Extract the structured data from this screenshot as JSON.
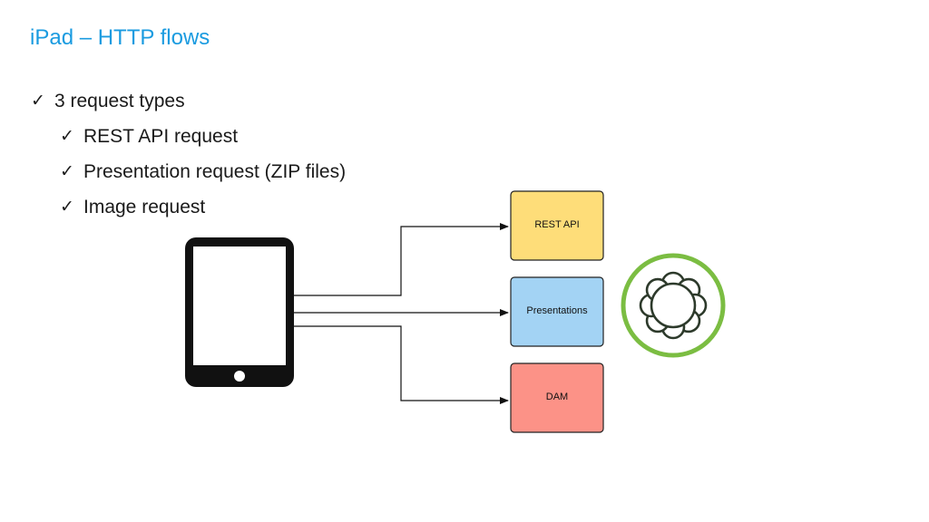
{
  "title": "iPad – HTTP flows",
  "bullets": [
    {
      "text": "3 request types",
      "level": 0
    },
    {
      "text": "REST API request",
      "level": 1
    },
    {
      "text": "Presentation request (ZIP files)",
      "level": 1
    },
    {
      "text": "Image request",
      "level": 1
    }
  ],
  "check_icon": "checkmark-icon",
  "diagram": {
    "nodes": [
      {
        "id": "rest_api",
        "label": "REST API",
        "color": "#fedd79"
      },
      {
        "id": "presentations",
        "label": "Presentations",
        "color": "#a3d3f4"
      },
      {
        "id": "dam",
        "label": "DAM",
        "color": "#fc9287"
      }
    ],
    "source_icon": "ipad-icon",
    "server_icon": "adobe-experience-manager-logo",
    "logo_ring_color": "#7bbd42",
    "edges": [
      {
        "from": "ipad",
        "to": "rest_api"
      },
      {
        "from": "ipad",
        "to": "presentations"
      },
      {
        "from": "ipad",
        "to": "dam"
      }
    ]
  }
}
